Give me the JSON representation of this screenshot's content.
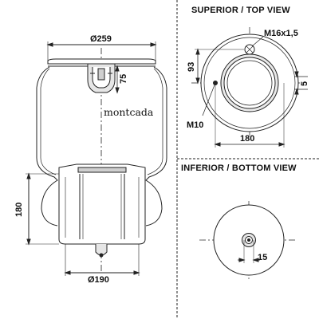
{
  "brand": "montcada",
  "side_view": {
    "top_diameter_label": "Ø259",
    "bottom_diameter_label": "Ø190",
    "piston_height_label": "180",
    "stud_offset_label": "75"
  },
  "top_view": {
    "title": "SUPERIOR / TOP VIEW",
    "thread_label": "M16x1,5",
    "offset_label": "93",
    "plate_thickness_label": "5",
    "bolt_label": "M10",
    "width_label": "180"
  },
  "bottom_view": {
    "title": "INFERIOR / BOTTOM VIEW",
    "offset_label": "15"
  },
  "colors": {
    "line": "#222222",
    "fill_light": "#ededed",
    "fill_mid": "#cfcfcf"
  }
}
